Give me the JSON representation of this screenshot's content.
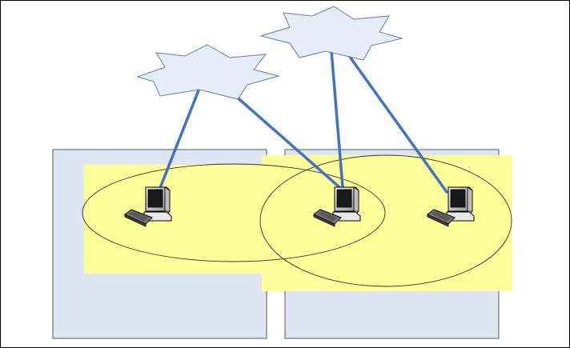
{
  "colors": {
    "frame": "#000000",
    "region_fill": "#dde6f2",
    "region_stroke": "#5a5a5a",
    "coverage_fill": "#ffff99",
    "star_fill": "#e6ecf8",
    "star_stroke": "#6d7d99",
    "link": "#4472c4",
    "ellipse_stroke": "#333333"
  },
  "icons": {
    "workstation": "workstation-computer-icon",
    "network_cloud": "network-star-icon"
  },
  "diagram": {
    "regions": 2,
    "coverage_areas": 2,
    "clouds": 2,
    "workstations": 3
  }
}
